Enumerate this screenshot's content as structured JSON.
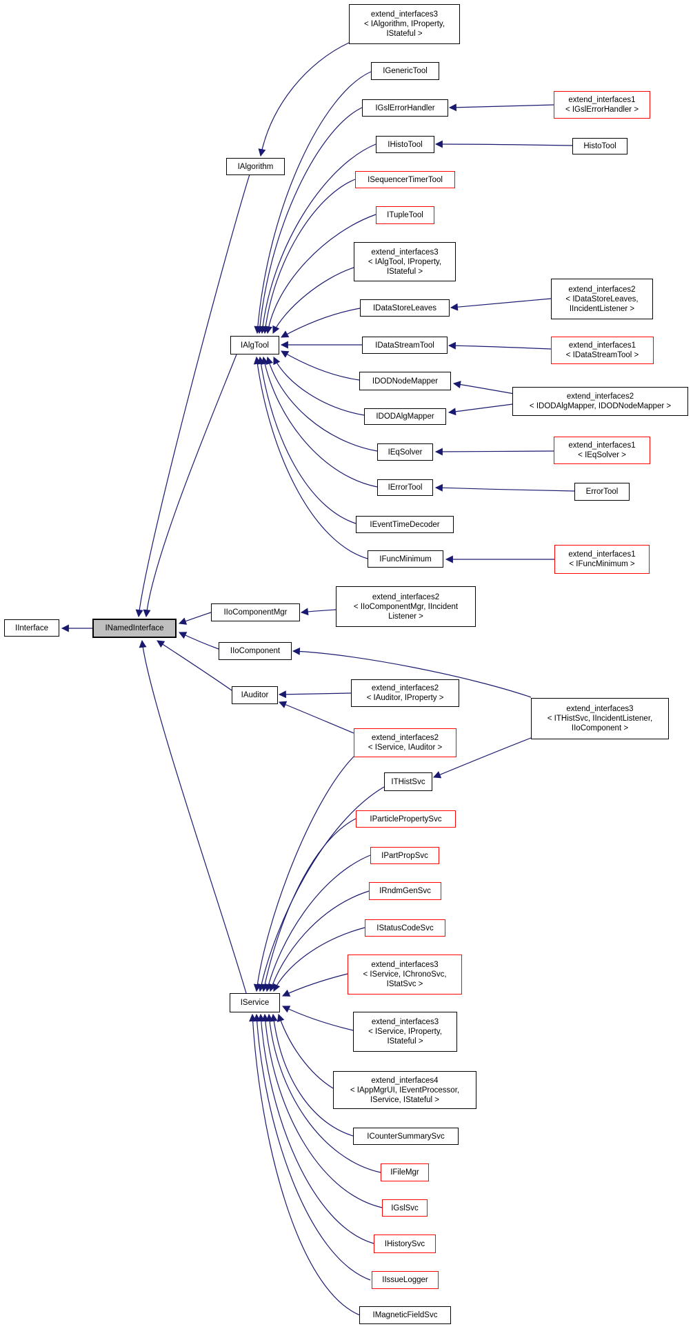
{
  "diagram": {
    "type": "inheritance-graph",
    "current_node": "INamedInterface",
    "colors": {
      "edge": "#191970",
      "box_border": "#000000",
      "undocumented_border": "#ff0000",
      "current_fill": "#bfbfbf",
      "background": "#ffffff"
    },
    "nodes": [
      {
        "id": "iinterface",
        "label": "IInterface",
        "border": "black"
      },
      {
        "id": "inamedinterface",
        "label": "INamedInterface",
        "border": "black",
        "current": true
      },
      {
        "id": "ialgorithm",
        "label": "IAlgorithm",
        "border": "black"
      },
      {
        "id": "ialgtool",
        "label": "IAlgTool",
        "border": "black"
      },
      {
        "id": "iiocomponentmgr",
        "label": "IIoComponentMgr",
        "border": "black"
      },
      {
        "id": "iiocomponent",
        "label": "IIoComponent",
        "border": "black"
      },
      {
        "id": "iauditor",
        "label": "IAuditor",
        "border": "black"
      },
      {
        "id": "iservice",
        "label": "IService",
        "border": "black"
      },
      {
        "id": "ext3_ialgorithm",
        "label": "extend_interfaces3\n< IAlgorithm, IProperty,\nIStateful >",
        "border": "black"
      },
      {
        "id": "igenerictool",
        "label": "IGenericTool",
        "border": "black"
      },
      {
        "id": "igslerrorhandler",
        "label": "IGslErrorHandler",
        "border": "black"
      },
      {
        "id": "ihistotool",
        "label": "IHistoTool",
        "border": "black"
      },
      {
        "id": "isequencertimertool",
        "label": "ISequencerTimerTool",
        "border": "red"
      },
      {
        "id": "itupletool",
        "label": "ITupleTool",
        "border": "red"
      },
      {
        "id": "ext3_ialgtool",
        "label": "extend_interfaces3\n< IAlgTool, IProperty,\nIStateful >",
        "border": "black"
      },
      {
        "id": "idatastoreleaves",
        "label": "IDataStoreLeaves",
        "border": "black"
      },
      {
        "id": "idatastreamtool",
        "label": "IDataStreamTool",
        "border": "black"
      },
      {
        "id": "idodnodemapper",
        "label": "IDODNodeMapper",
        "border": "black"
      },
      {
        "id": "idodalgmapper",
        "label": "IDODAlgMapper",
        "border": "black"
      },
      {
        "id": "ieqsolver",
        "label": "IEqSolver",
        "border": "black"
      },
      {
        "id": "ierrortool",
        "label": "IErrorTool",
        "border": "black"
      },
      {
        "id": "ieventtimedecoder",
        "label": "IEventTimeDecoder",
        "border": "black"
      },
      {
        "id": "ifuncminimum",
        "label": "IFuncMinimum",
        "border": "black"
      },
      {
        "id": "ext2_iiocomponentmgr",
        "label": "extend_interfaces2\n< IIoComponentMgr, IIncident\nListener >",
        "border": "black"
      },
      {
        "id": "ext2_iauditor",
        "label": "extend_interfaces2\n< IAuditor, IProperty >",
        "border": "black"
      },
      {
        "id": "ext2_iservice_iauditor",
        "label": "extend_interfaces2\n< IService, IAuditor >",
        "border": "red"
      },
      {
        "id": "ithistsvc",
        "label": "ITHistSvc",
        "border": "black"
      },
      {
        "id": "iparticlepropertysvc",
        "label": "IParticlePropertySvc",
        "border": "red"
      },
      {
        "id": "ipartpropsvc",
        "label": "IPartPropSvc",
        "border": "red"
      },
      {
        "id": "irndmgensvc",
        "label": "IRndmGenSvc",
        "border": "red"
      },
      {
        "id": "istatuscodesvc",
        "label": "IStatusCodeSvc",
        "border": "red"
      },
      {
        "id": "ext3_iservice_chrono",
        "label": "extend_interfaces3\n< IService, IChronoSvc,\nIStatSvc >",
        "border": "red"
      },
      {
        "id": "ext3_iservice_property",
        "label": "extend_interfaces3\n< IService, IProperty,\nIStateful >",
        "border": "black"
      },
      {
        "id": "ext4_iappmgrui",
        "label": "extend_interfaces4\n< IAppMgrUI, IEventProcessor,\nIService, IStateful >",
        "border": "black"
      },
      {
        "id": "icountersummarysvc",
        "label": "ICounterSummarySvc",
        "border": "black"
      },
      {
        "id": "ifilemgr",
        "label": "IFileMgr",
        "border": "red"
      },
      {
        "id": "igslsvc",
        "label": "IGslSvc",
        "border": "red"
      },
      {
        "id": "ihistorysvc",
        "label": "IHistorySvc",
        "border": "red"
      },
      {
        "id": "iissuelogger",
        "label": "IIssueLogger",
        "border": "red"
      },
      {
        "id": "imagneticfieldsvc",
        "label": "IMagneticFieldSvc",
        "border": "black"
      },
      {
        "id": "ext1_igslerrorhandler",
        "label": "extend_interfaces1\n< IGslErrorHandler >",
        "border": "red"
      },
      {
        "id": "histotool",
        "label": "HistoTool",
        "border": "black"
      },
      {
        "id": "ext2_idatastoreleaves",
        "label": "extend_interfaces2\n< IDataStoreLeaves,\nIIncidentListener >",
        "border": "black"
      },
      {
        "id": "ext1_idatastreamtool",
        "label": "extend_interfaces1\n< IDataStreamTool >",
        "border": "red"
      },
      {
        "id": "ext2_idodalgmapper",
        "label": "extend_interfaces2\n< IDODAlgMapper, IDODNodeMapper >",
        "border": "black"
      },
      {
        "id": "ext1_ieqsolver",
        "label": "extend_interfaces1\n< IEqSolver >",
        "border": "red"
      },
      {
        "id": "errortool",
        "label": "ErrorTool",
        "border": "black"
      },
      {
        "id": "ext1_ifuncminimum",
        "label": "extend_interfaces1\n< IFuncMinimum >",
        "border": "red"
      },
      {
        "id": "ext3_ithistsvc",
        "label": "extend_interfaces3\n< ITHistSvc, IIncidentListener,\nIIoComponent >",
        "border": "black"
      }
    ],
    "edges": [
      {
        "from": "inamedinterface",
        "to": "iinterface"
      },
      {
        "from": "ialgorithm",
        "to": "inamedinterface"
      },
      {
        "from": "ialgtool",
        "to": "inamedinterface"
      },
      {
        "from": "iiocomponentmgr",
        "to": "inamedinterface"
      },
      {
        "from": "iiocomponent",
        "to": "inamedinterface"
      },
      {
        "from": "iauditor",
        "to": "inamedinterface"
      },
      {
        "from": "iservice",
        "to": "inamedinterface"
      },
      {
        "from": "ext3_ialgorithm",
        "to": "ialgorithm"
      },
      {
        "from": "igenerictool",
        "to": "ialgtool"
      },
      {
        "from": "igslerrorhandler",
        "to": "ialgtool"
      },
      {
        "from": "ihistotool",
        "to": "ialgtool"
      },
      {
        "from": "isequencertimertool",
        "to": "ialgtool"
      },
      {
        "from": "itupletool",
        "to": "ialgtool"
      },
      {
        "from": "ext3_ialgtool",
        "to": "ialgtool"
      },
      {
        "from": "idatastoreleaves",
        "to": "ialgtool"
      },
      {
        "from": "idatastreamtool",
        "to": "ialgtool"
      },
      {
        "from": "idodnodemapper",
        "to": "ialgtool"
      },
      {
        "from": "idodalgmapper",
        "to": "ialgtool"
      },
      {
        "from": "ieqsolver",
        "to": "ialgtool"
      },
      {
        "from": "ierrortool",
        "to": "ialgtool"
      },
      {
        "from": "ieventtimedecoder",
        "to": "ialgtool"
      },
      {
        "from": "ifuncminimum",
        "to": "ialgtool"
      },
      {
        "from": "ext2_iservice_iauditor",
        "to": "iservice"
      },
      {
        "from": "ithistsvc",
        "to": "iservice"
      },
      {
        "from": "iparticlepropertysvc",
        "to": "iservice"
      },
      {
        "from": "ipartpropsvc",
        "to": "iservice"
      },
      {
        "from": "irndmgensvc",
        "to": "iservice"
      },
      {
        "from": "istatuscodesvc",
        "to": "iservice"
      },
      {
        "from": "ext3_iservice_chrono",
        "to": "iservice"
      },
      {
        "from": "ext3_iservice_property",
        "to": "iservice"
      },
      {
        "from": "ext4_iappmgrui",
        "to": "iservice"
      },
      {
        "from": "icountersummarysvc",
        "to": "iservice"
      },
      {
        "from": "ifilemgr",
        "to": "iservice"
      },
      {
        "from": "igslsvc",
        "to": "iservice"
      },
      {
        "from": "ihistorysvc",
        "to": "iservice"
      },
      {
        "from": "iissuelogger",
        "to": "iservice"
      },
      {
        "from": "imagneticfieldsvc",
        "to": "iservice"
      },
      {
        "from": "ext2_iauditor",
        "to": "iauditor"
      },
      {
        "from": "ext2_iservice_iauditor",
        "to": "iauditor"
      },
      {
        "from": "ext2_iiocomponentmgr",
        "to": "iiocomponentmgr"
      },
      {
        "from": "ext3_ithistsvc",
        "to": "iiocomponent"
      },
      {
        "from": "ext3_ithistsvc",
        "to": "ithistsvc"
      },
      {
        "from": "ext1_igslerrorhandler",
        "to": "igslerrorhandler"
      },
      {
        "from": "histotool",
        "to": "ihistotool"
      },
      {
        "from": "ext2_idatastoreleaves",
        "to": "idatastoreleaves"
      },
      {
        "from": "ext1_idatastreamtool",
        "to": "idatastreamtool"
      },
      {
        "from": "ext2_idodalgmapper",
        "to": "idodnodemapper"
      },
      {
        "from": "ext2_idodalgmapper",
        "to": "idodalgmapper"
      },
      {
        "from": "ext1_ieqsolver",
        "to": "ieqsolver"
      },
      {
        "from": "errortool",
        "to": "ierrortool"
      },
      {
        "from": "ext1_ifuncminimum",
        "to": "ifuncminimum"
      }
    ]
  }
}
